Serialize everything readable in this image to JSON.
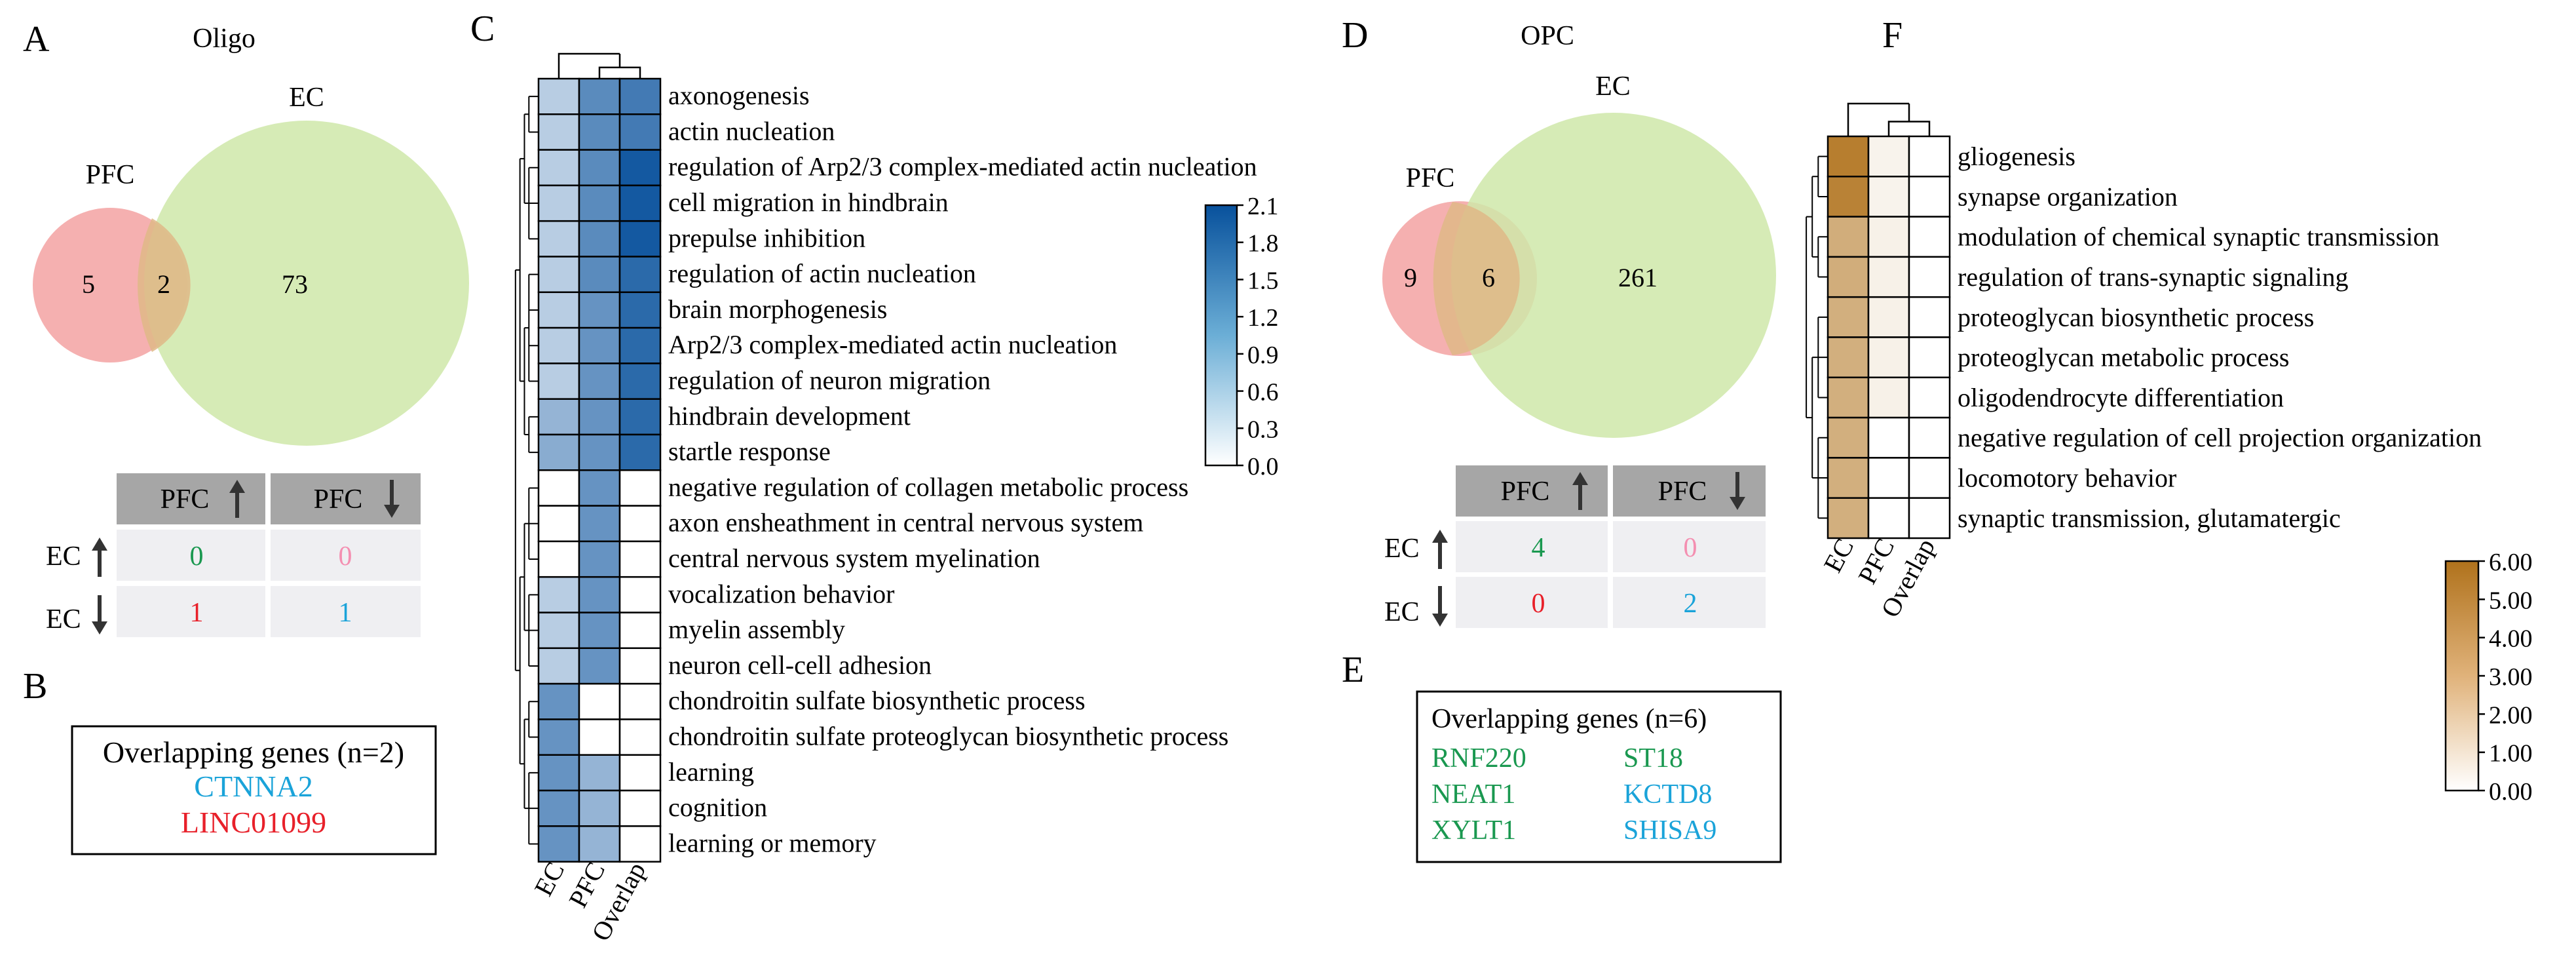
{
  "panels": {
    "A": "A",
    "B": "B",
    "C": "C",
    "D": "D",
    "E": "E",
    "F": "F"
  },
  "venn_oligo": {
    "title": "Oligo",
    "left_label": "PFC",
    "right_label": "EC",
    "left_only": "5",
    "overlap": "2",
    "right_only": "73",
    "left_color": "#f4a7a7",
    "right_color": "#cfe8a9"
  },
  "table_oligo": {
    "col1": "PFC",
    "col2": "PFC",
    "row1": "EC",
    "row2": "EC",
    "cells": [
      [
        "0",
        "0"
      ],
      [
        "1",
        "1"
      ]
    ]
  },
  "genes_oligo": {
    "title": "Overlapping genes (n=2)",
    "genes": [
      "CTNNA2",
      "LINC01099"
    ]
  },
  "venn_opc": {
    "title": "OPC",
    "left_label": "PFC",
    "right_label": "EC",
    "left_only": "9",
    "overlap": "6",
    "right_only": "261"
  },
  "table_opc": {
    "col1": "PFC",
    "col2": "PFC",
    "row1": "EC",
    "row2": "EC",
    "cells": [
      [
        "4",
        "0"
      ],
      [
        "0",
        "2"
      ]
    ]
  },
  "genes_opc": {
    "title": "Overlapping genes (n=6)",
    "col1": [
      "RNF220",
      "NEAT1",
      "XYLT1"
    ],
    "col2": [
      "ST18",
      "KCTD8",
      "SHISA9"
    ]
  },
  "colors": {
    "up_up": "#1a9850",
    "up_down": "#f48fb1",
    "down_up": "#e8202a",
    "down_down": "#1aa3d9",
    "gene_green": "#1a9850",
    "gene_blue": "#1aa3d9",
    "gene_red": "#e8202a",
    "table_header": "#a6a6a6",
    "table_cell": "#efeff2"
  },
  "chart_data": [
    {
      "type": "heatmap",
      "columns": [
        "EC",
        "PFC",
        "Overlap"
      ],
      "rows": [
        "axonogenesis",
        "actin nucleation",
        "regulation of Arp2/3 complex-mediated actin nucleation",
        "cell migration in hindbrain",
        "prepulse inhibition",
        "regulation of actin nucleation",
        "brain morphogenesis",
        "Arp2/3 complex-mediated actin nucleation",
        "regulation of neuron migration",
        "hindbrain development",
        "startle response",
        "negative regulation of collagen metabolic process",
        "axon ensheathment in central nervous system",
        "central nervous system myelination",
        "vocalization behavior",
        "myelin assembly",
        "neuron cell-cell adhesion",
        "chondroitin sulfate biosynthetic process",
        "chondroitin sulfate proteoglycan biosynthetic process",
        "learning",
        "cognition",
        "learning or memory"
      ],
      "values": [
        [
          0.6,
          1.4,
          1.6
        ],
        [
          0.6,
          1.4,
          1.6
        ],
        [
          0.6,
          1.4,
          2.0
        ],
        [
          0.6,
          1.4,
          2.0
        ],
        [
          0.6,
          1.4,
          2.0
        ],
        [
          0.6,
          1.4,
          1.8
        ],
        [
          0.6,
          1.3,
          1.8
        ],
        [
          0.6,
          1.3,
          1.8
        ],
        [
          0.6,
          1.3,
          1.8
        ],
        [
          0.9,
          1.3,
          1.8
        ],
        [
          1.0,
          1.3,
          1.8
        ],
        [
          0.0,
          1.3,
          0.0
        ],
        [
          0.0,
          1.3,
          0.0
        ],
        [
          0.0,
          1.3,
          0.0
        ],
        [
          0.6,
          1.3,
          0.0
        ],
        [
          0.6,
          1.3,
          0.0
        ],
        [
          0.6,
          1.3,
          0.0
        ],
        [
          1.3,
          0.0,
          0.0
        ],
        [
          1.3,
          0.0,
          0.0
        ],
        [
          1.3,
          0.9,
          0.0
        ],
        [
          1.3,
          0.9,
          0.0
        ],
        [
          1.3,
          0.9,
          0.0
        ]
      ],
      "colorbar_ticks": [
        "0.0",
        "0.3",
        "0.6",
        "0.9",
        "1.2",
        "1.5",
        "1.8",
        "2.1"
      ],
      "colorbar_range": [
        0,
        2.1
      ],
      "color_low": "#ffffff",
      "color_high": "#08519c"
    },
    {
      "type": "heatmap",
      "columns": [
        "EC",
        "PFC",
        "Overlap"
      ],
      "rows": [
        "gliogenesis",
        "synapse organization",
        "modulation of chemical synaptic transmission",
        "regulation of trans-synaptic signaling",
        "proteoglycan biosynthetic process",
        "proteoglycan metabolic process",
        "oligodendrocyte differentiation",
        "negative regulation of cell projection organization",
        "locomotory behavior",
        "synaptic transmission, glutamatergic"
      ],
      "values": [
        [
          5.5,
          0.5,
          0.0
        ],
        [
          5.3,
          0.5,
          0.0
        ],
        [
          3.5,
          0.6,
          0.0
        ],
        [
          3.5,
          0.6,
          0.0
        ],
        [
          3.4,
          0.6,
          0.0
        ],
        [
          3.4,
          0.6,
          0.0
        ],
        [
          3.4,
          0.6,
          0.0
        ],
        [
          3.4,
          0.0,
          0.0
        ],
        [
          3.4,
          0.0,
          0.0
        ],
        [
          3.4,
          0.0,
          0.0
        ]
      ],
      "colorbar_ticks": [
        "0.00",
        "1.00",
        "2.00",
        "3.00",
        "4.00",
        "5.00",
        "6.00"
      ],
      "colorbar_range": [
        0,
        6
      ],
      "color_low": "#ffffff",
      "color_high": "#b0721c"
    }
  ]
}
